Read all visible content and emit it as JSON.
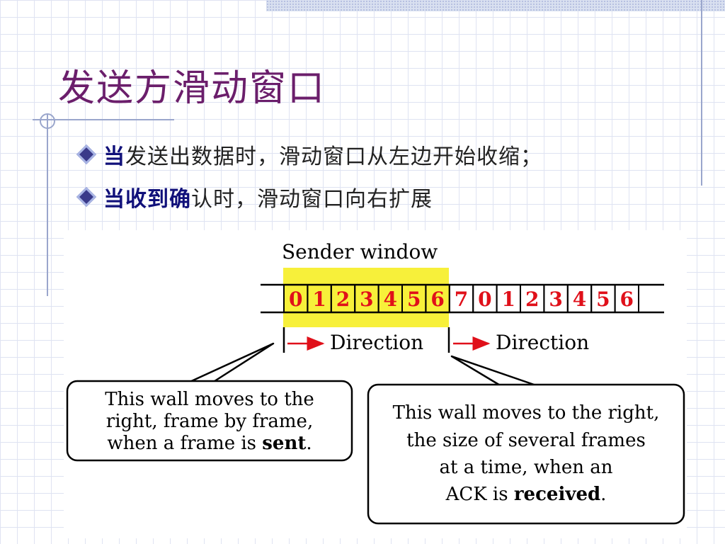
{
  "slide": {
    "title": "发送方滑动窗口",
    "bullets": [
      {
        "bold": "当",
        "rest": "发送出数据时，滑动窗口从左边开始收缩；"
      },
      {
        "bold": "当收到确",
        "rest": "认时，滑动窗口向右扩展"
      }
    ]
  },
  "diagram": {
    "sender_window_label": "Sender window",
    "frames": [
      "0",
      "1",
      "2",
      "3",
      "4",
      "5",
      "6",
      "7",
      "0",
      "1",
      "2",
      "3",
      "4",
      "5",
      "6"
    ],
    "window_size": 7,
    "direction_left": "Direction",
    "direction_right": "Direction",
    "callout_left": {
      "line1": "This wall moves to the",
      "line2": "right, frame by frame,",
      "line3_pre": "when a frame is ",
      "line3_bold": "sent",
      "line3_post": "."
    },
    "callout_right": {
      "line1": "This wall moves to the right,",
      "line2": "the size of several frames",
      "line3": "at a time, when an",
      "line4_pre": "ACK is ",
      "line4_bold": "received",
      "line4_post": "."
    },
    "colors": {
      "window_fill": "#f7f03a",
      "frame_number": "#e0101a",
      "arrow": "#e0101a",
      "title": "#6b1e6b",
      "bullet_bold": "#10107a"
    }
  }
}
